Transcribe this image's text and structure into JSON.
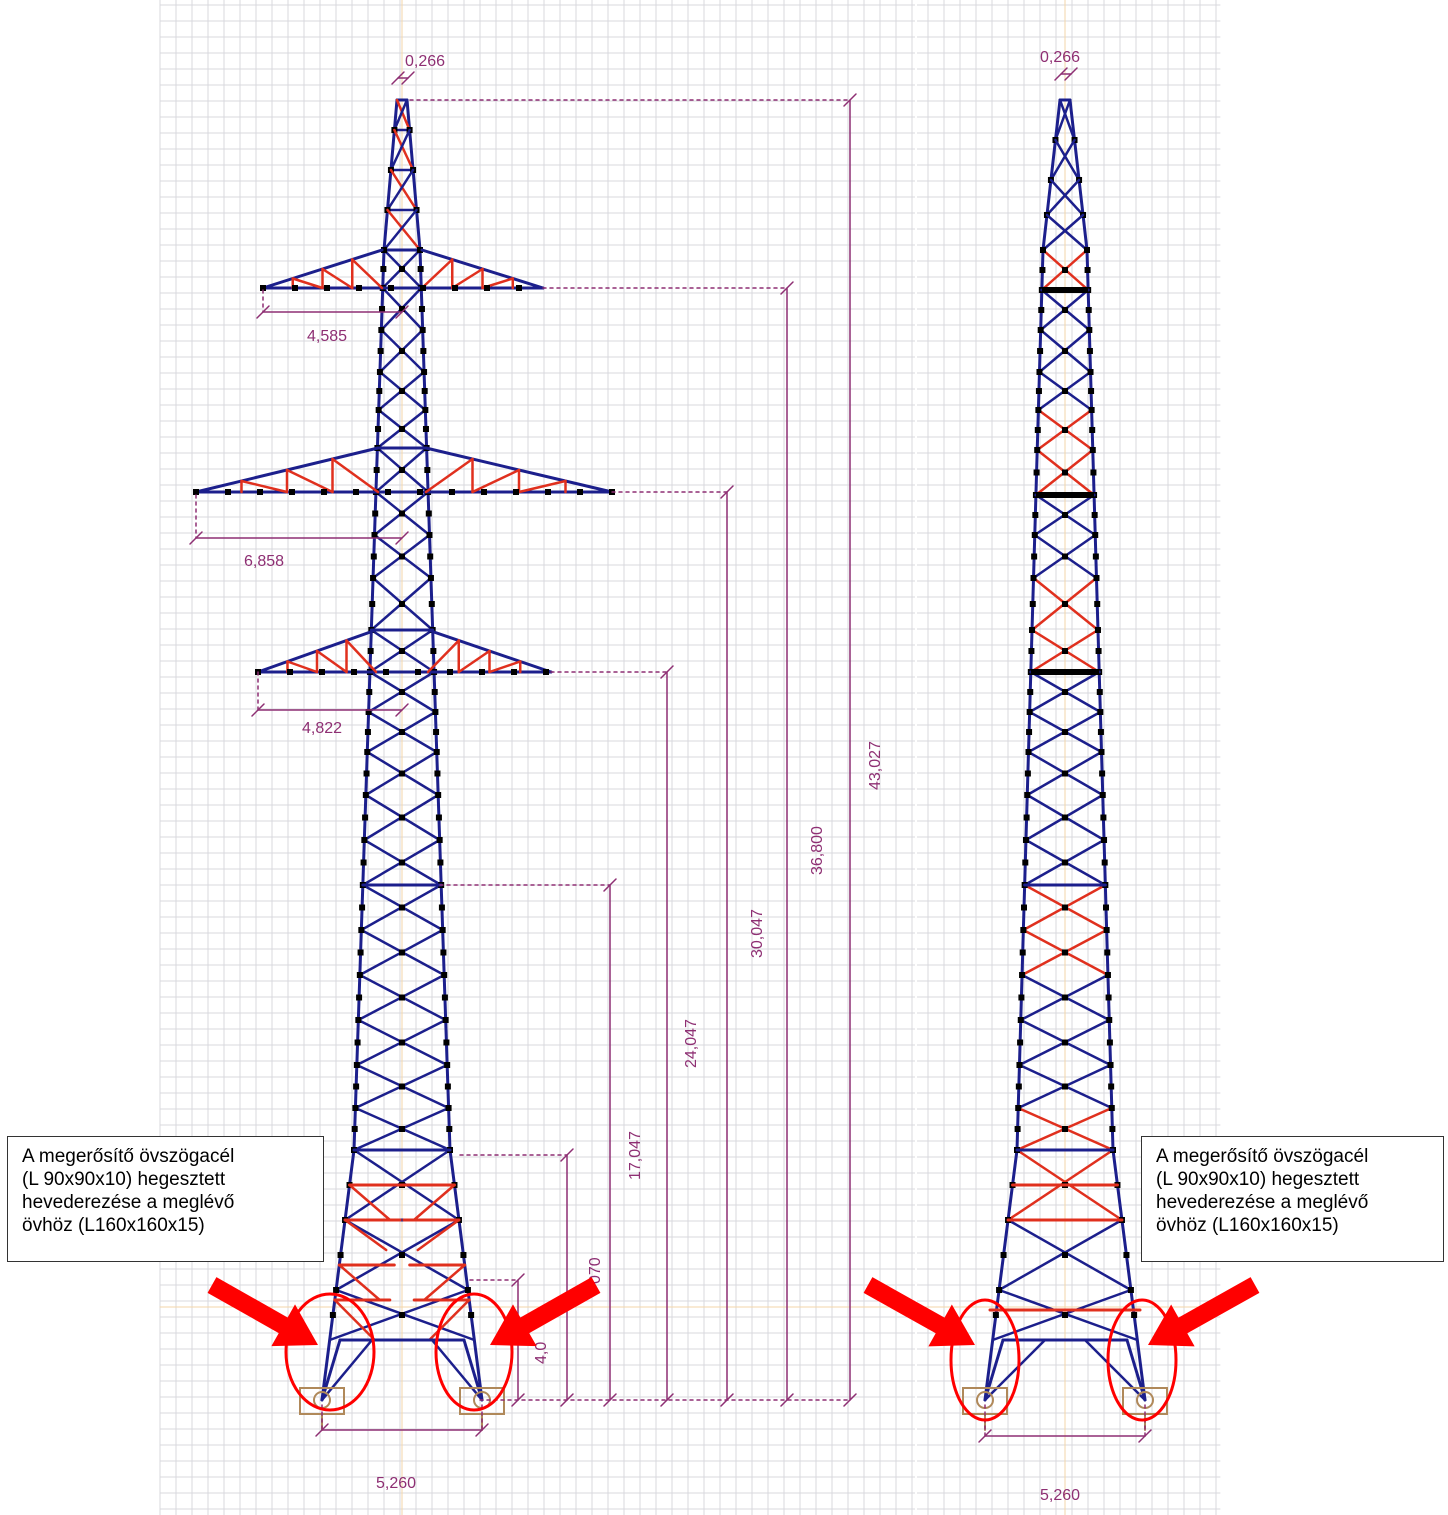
{
  "colors": {
    "grid": "#d9d9de",
    "member_blue": "#1c1f8c",
    "member_red": "#e0301e",
    "dimension": "#8e2f73",
    "highlight": "#ff0000",
    "support": "#b0895a"
  },
  "left_view": {
    "top_width": "0,266",
    "arm_upper": "4,585",
    "arm_middle": "6,858",
    "arm_lower": "4,822",
    "base_width": "5,260",
    "heights": [
      "43,027",
      "36,800",
      "30,047",
      "24,047",
      "17,047",
      "070",
      "4,0"
    ]
  },
  "right_view": {
    "top_width": "0,266",
    "base_width": "5,260"
  },
  "notes": {
    "left": [
      "A megerősítő övszögacél",
      "(L 90x90x10) hegesztett",
      "hevederezése a meglévő",
      "övhöz (L160x160x15)"
    ],
    "right": [
      "A megerősítő övszögacél",
      "(L 90x90x10) hegesztett",
      "hevederezése a meglévő",
      "övhöz (L160x160x15)"
    ]
  }
}
